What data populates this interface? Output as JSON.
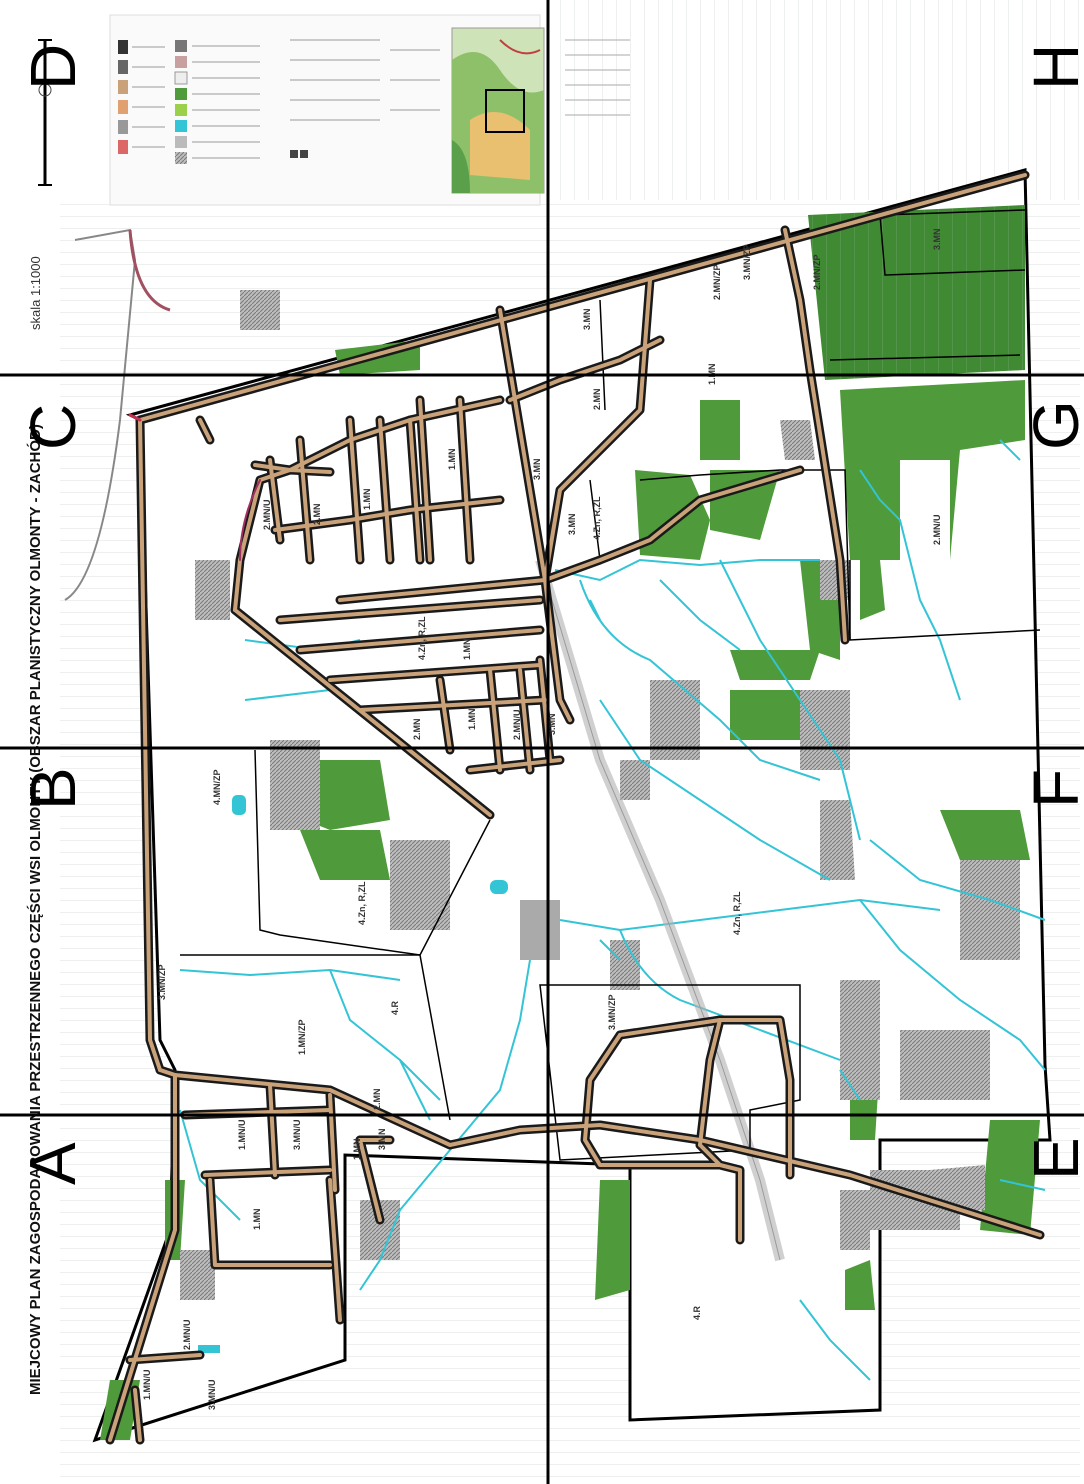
{
  "title": "MIEJCOWY PLAN ZAGOSPODAROWANIA PRZESTRZENNEGO CZĘŚCI WSI OLMONTY (OBSZAR PLANISTYCZNY OLMONTY - ZACHÓD)",
  "scale": "skala 1:1000",
  "grid": {
    "left_letters": [
      "A",
      "B",
      "C",
      "D"
    ],
    "right_letters": [
      "E",
      "F",
      "G",
      "H"
    ]
  },
  "zone_labels": [
    "3.MN/U",
    "1.MN/U",
    "2.MN/U",
    "1.MN",
    "1.MN/U",
    "3.MN/U",
    "3.MN/ZP",
    "1.MN/ZP",
    "4.MN/ZP",
    "3.MN",
    "1.MN",
    "2.MN",
    "4.R",
    "4.Zn, R,ZL",
    "2.MN",
    "1.MN",
    "2.MN/U",
    "3.MN",
    "2.MN/U",
    "2.MN",
    "1.MN",
    "4.Zn, R,ZL",
    "1.MN",
    "3.MN",
    "1.MN",
    "3.MN",
    "4.Zn, R,ZL",
    "2.MN",
    "1.MN",
    "2.MN/ZP",
    "3.MN",
    "3.MN/ZP",
    "3.MN",
    "4.Zn, R,ZL",
    "2.MN/U",
    "3.MN/ZP",
    "2.MN/ZP",
    "4.R"
  ],
  "colors": {
    "background": "#ffffff",
    "road_fill": "#caa27a",
    "road_edge": "#1a1a1a",
    "green_zone": "#4f9a3a",
    "gray_zone": "#9a9a9a",
    "water": "#33c4d6",
    "cadastral": "#b8c3bf",
    "boundary": "#000000"
  }
}
